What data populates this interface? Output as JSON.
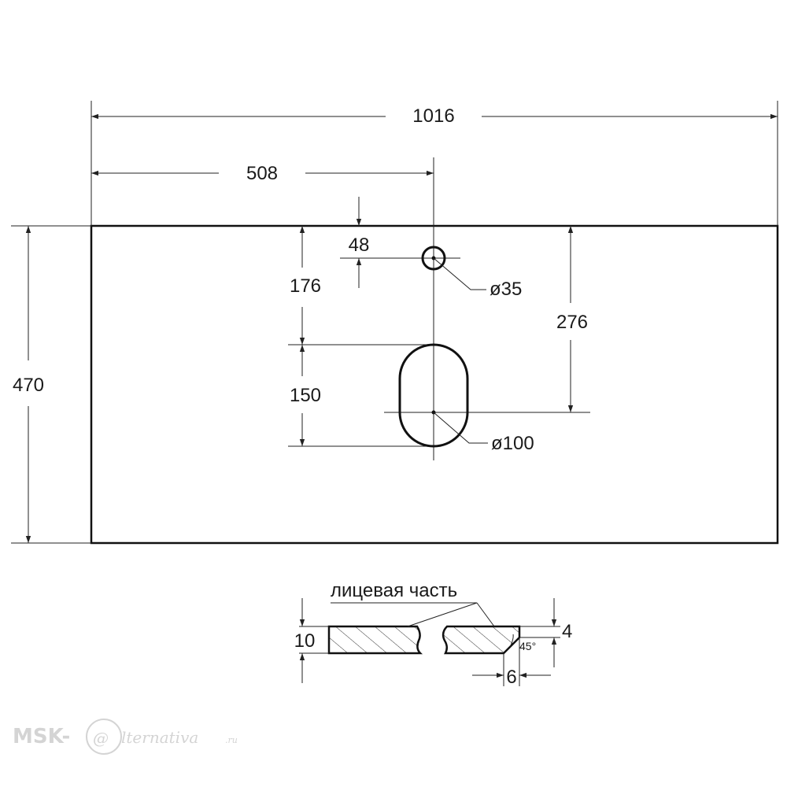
{
  "dimensions": {
    "total_width": "1016",
    "half_width": "508",
    "height": "470",
    "tap_offset": "48",
    "tap_to_basin": "176",
    "basin_length": "150",
    "tap_to_center": "276",
    "tap_diameter": "ø35",
    "basin_diameter": "ø100"
  },
  "section": {
    "label": "лицевая часть",
    "thickness": "10",
    "chamfer_height": "4",
    "chamfer_width": "6",
    "chamfer_angle": "45°"
  },
  "watermark": {
    "brand": "MSK-",
    "script_letter": "@",
    "rest": "lternativa",
    "tld": ".ru"
  },
  "icons": {
    "arrow": "arrowhead-icon"
  }
}
